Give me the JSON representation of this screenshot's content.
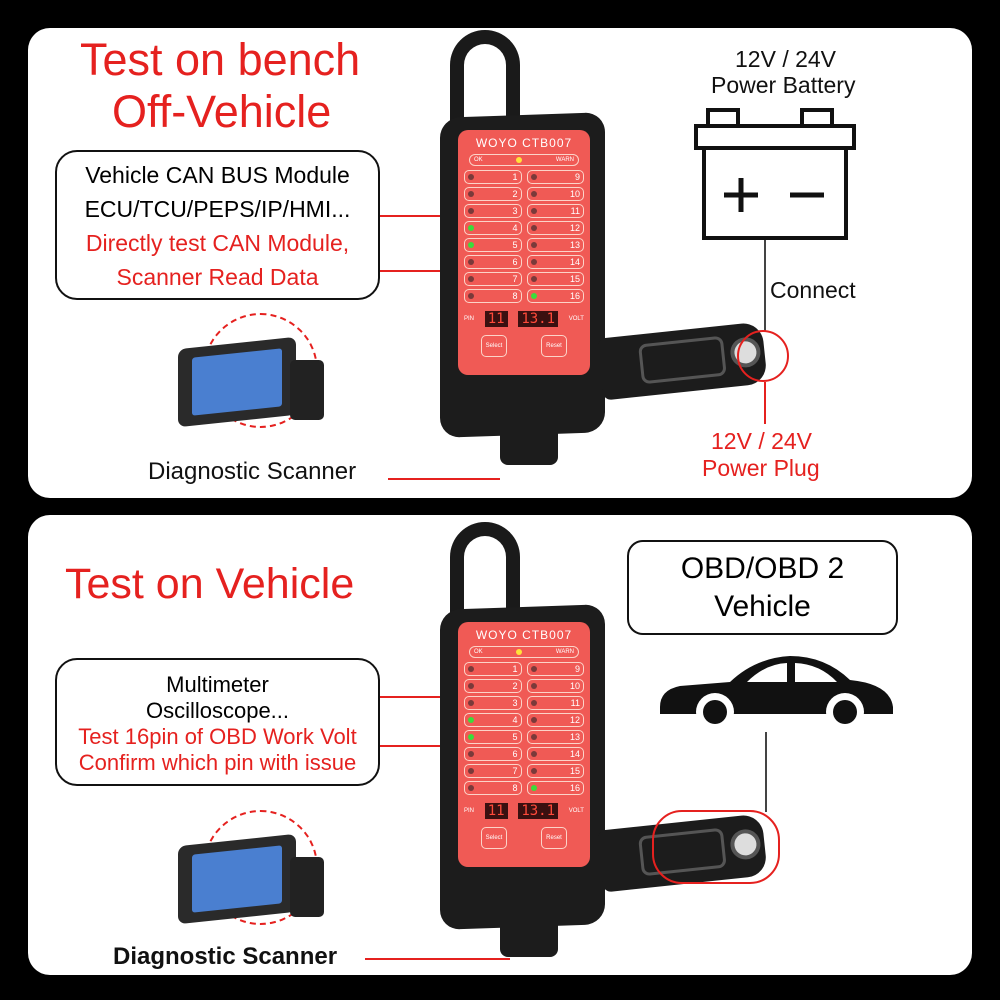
{
  "colors": {
    "accent": "#e5211f",
    "background": "#000000",
    "panel": "#ffffff"
  },
  "device": {
    "brand": "WOYO CTB007",
    "ok": "OK",
    "warn": "WARN",
    "pins_left": [
      "1",
      "2",
      "3",
      "4",
      "5",
      "6",
      "7",
      "8"
    ],
    "pins_right": [
      "9",
      "10",
      "11",
      "12",
      "13",
      "14",
      "15",
      "16"
    ],
    "pin_label": "PIN",
    "pin_value": "11",
    "volt_label": "VOLT",
    "volt_value": "13.1",
    "select": "Select",
    "reset": "Reset"
  },
  "bench": {
    "title1": "Test on bench",
    "title2": "Off-Vehicle",
    "box_lines": [
      "Vehicle CAN BUS Module",
      "ECU/TCU/PEPS/IP/HMI..."
    ],
    "box_red_lines": [
      "Directly test CAN Module,",
      "Scanner Read Data"
    ],
    "scanner_label": "Diagnostic Scanner",
    "battery_line1": "12V / 24V",
    "battery_line2": "Power Battery",
    "battery_icon": "battery-icon",
    "connect": "Connect",
    "plug_line1": "12V / 24V",
    "plug_line2": "Power Plug"
  },
  "vehicle": {
    "title": "Test on Vehicle",
    "vehicle_box": [
      "OBD/OBD 2",
      "Vehicle"
    ],
    "car_icon": "car-icon",
    "box_lines": [
      "Multimeter",
      "Oscilloscope..."
    ],
    "box_red_lines": [
      "Test 16pin of OBD Work Volt",
      "Confirm which pin with issue"
    ],
    "scanner_label": "Diagnostic Scanner"
  }
}
